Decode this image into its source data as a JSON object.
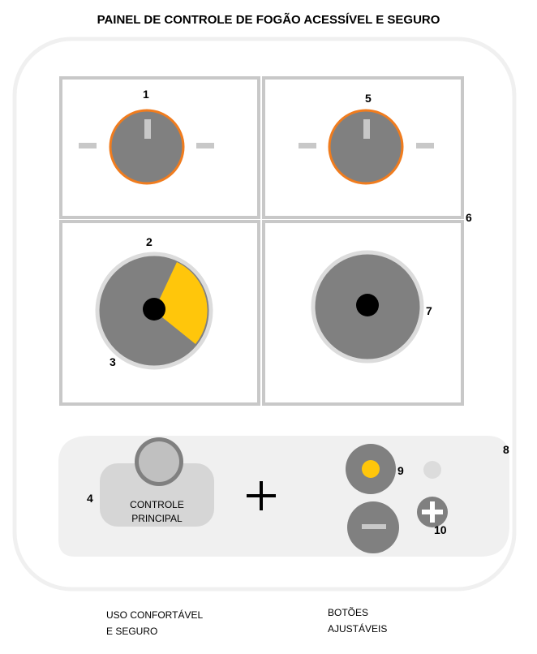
{
  "title": "PAINEL DE CONTROLE DE FOGÃO ACESSÍVEL E SEGURO",
  "numbers": {
    "n1": "1",
    "n2": "2",
    "n3": "3",
    "n4": "4",
    "n5": "5",
    "n6": "6",
    "n7": "7",
    "n8": "8",
    "n9": "9",
    "n10": "10"
  },
  "main_control": {
    "line1": "CONTROLE",
    "line2": "PRINCIPAL"
  },
  "captions": {
    "left_line1": "USO CONFORTÁVEL",
    "left_line2": "E SEGURO",
    "right_line1": "BOTÕES",
    "right_line2": "AJUSTÁVEIS"
  },
  "colors": {
    "knob": "#808080",
    "knob_ring": "#f07c1e",
    "indicator": "#ffc60b",
    "panel_border": "#c8c8c8",
    "control_bar": "#f0f0f0"
  }
}
